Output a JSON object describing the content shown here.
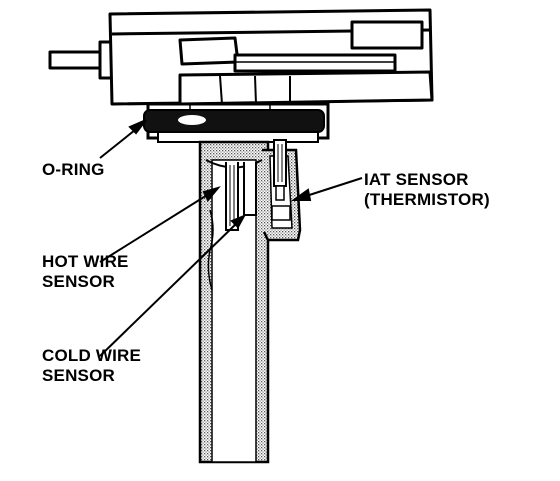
{
  "labels": {
    "oring": "O-RING",
    "iat": [
      "IAT SENSOR",
      "(THERMISTOR)"
    ],
    "hot_wire": [
      "HOT WIRE",
      "SENSOR"
    ],
    "cold_wire": [
      "COLD WIRE",
      "SENSOR"
    ]
  },
  "colors": {
    "ink": "#000000",
    "paper": "#ffffff",
    "stipple": "#9a9a9a",
    "band": "#111111"
  }
}
